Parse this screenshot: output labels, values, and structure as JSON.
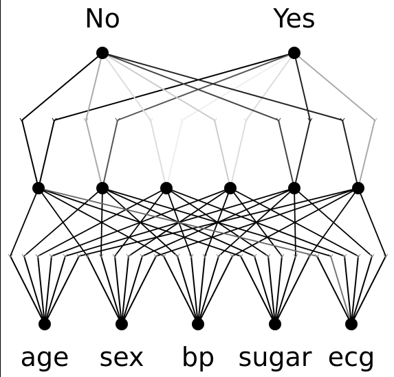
{
  "outputs": [
    {
      "label": "No"
    },
    {
      "label": "Yes"
    }
  ],
  "inputs": [
    {
      "label": "age"
    },
    {
      "label": "sex"
    },
    {
      "label": "bp"
    },
    {
      "label": "sugar"
    },
    {
      "label": "ecg"
    }
  ],
  "hidden_count": 6,
  "colors": {
    "node": "#000000",
    "background": "#ffffff"
  }
}
